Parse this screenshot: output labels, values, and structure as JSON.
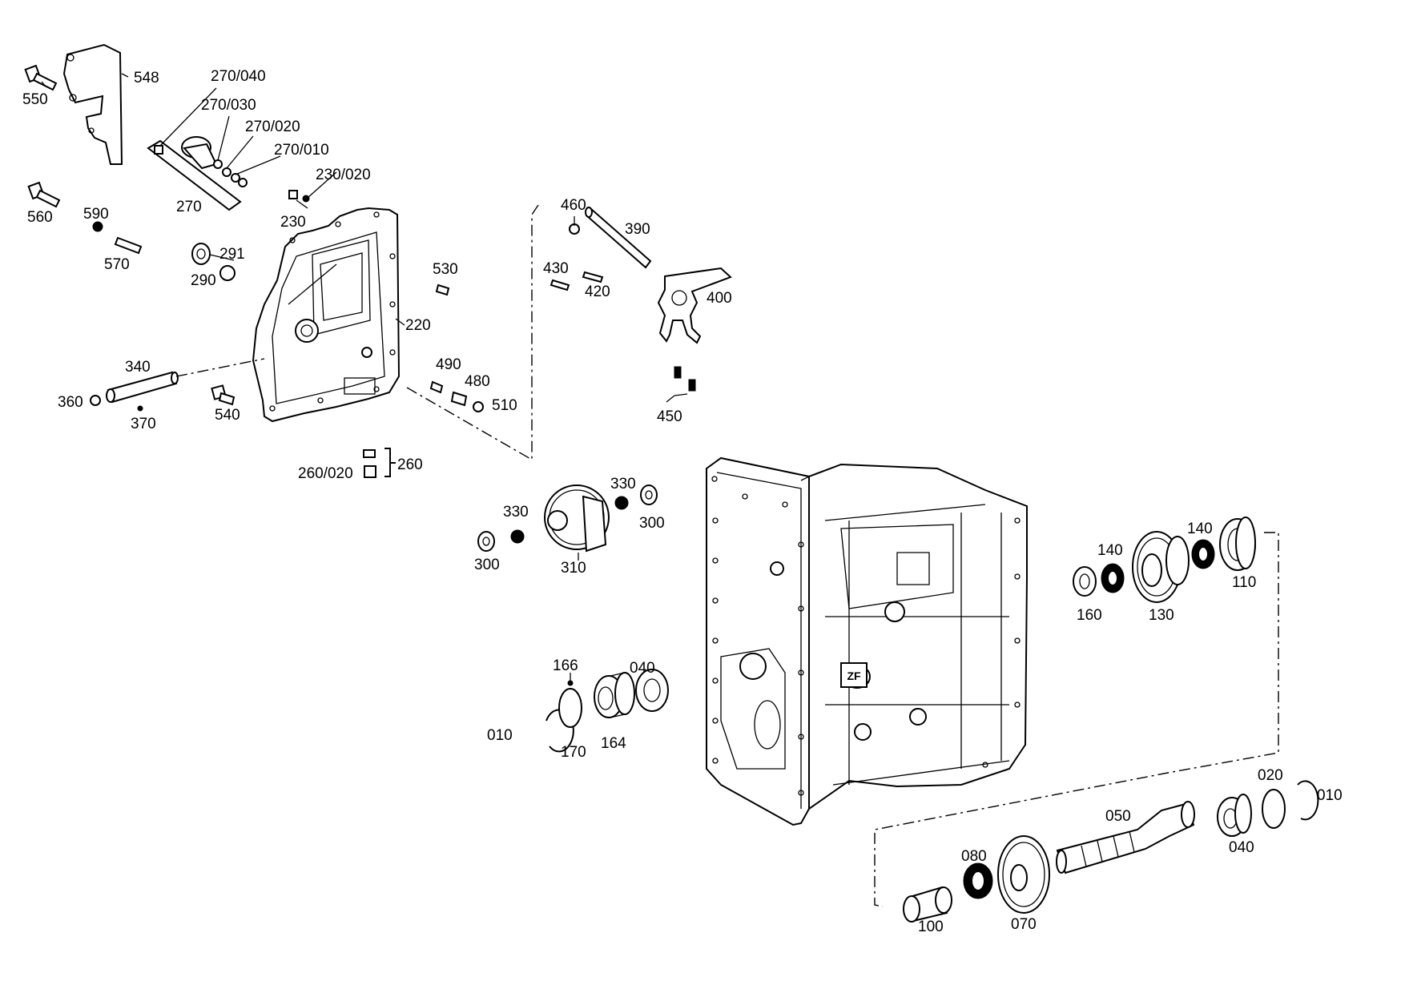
{
  "labels": {
    "l548": "548",
    "l550": "550",
    "l560": "560",
    "l590": "590",
    "l570": "570",
    "l270_040": "270/040",
    "l270_030": "270/030",
    "l270_020": "270/020",
    "l270_010": "270/010",
    "l270": "270",
    "l230_020": "230/020",
    "l230": "230",
    "l291": "291",
    "l290": "290",
    "l220": "220",
    "l530": "530",
    "l340": "340",
    "l360": "360",
    "l370": "370",
    "l540": "540",
    "l490": "490",
    "l480": "480",
    "l510": "510",
    "l260_020": "260/020",
    "l260": "260",
    "l460": "460",
    "l390": "390",
    "l430": "430",
    "l420": "420",
    "l400": "400",
    "l450": "450",
    "l330a": "330",
    "l330b": "330",
    "l300a": "300",
    "l300b": "300",
    "l310": "310",
    "l166": "166",
    "l040a": "040",
    "l010a": "010",
    "l170": "170",
    "l164": "164",
    "l140a": "140",
    "l140b": "140",
    "l160": "160",
    "l130": "130",
    "l110": "110",
    "l020": "020",
    "l010b": "010",
    "l050": "050",
    "l040b": "040",
    "l080": "080",
    "l100": "100",
    "l070": "070"
  },
  "logo": "ZF",
  "parts": [
    "bracket",
    "bolt",
    "bolt",
    "ball",
    "pin",
    "sensor",
    "cover-plate",
    "shaft",
    "bolt",
    "plug",
    "shift-rod",
    "shift-fork",
    "gear",
    "bearing",
    "housing",
    "gear",
    "shaft",
    "gear"
  ]
}
